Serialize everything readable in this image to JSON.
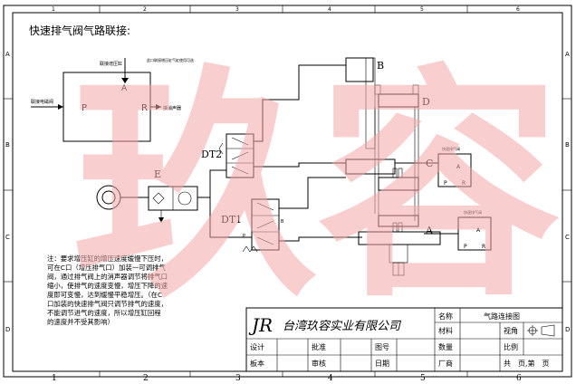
{
  "title": "快速排气阀气路联接:",
  "frame": {
    "cols": [
      "1",
      "2",
      "3",
      "4",
      "5",
      "6"
    ],
    "rows": [
      "A",
      "B",
      "C",
      "D"
    ]
  },
  "valve_box": {
    "labels": {
      "to_cylinder": "联接增压缸",
      "note_tr": "此口联接增压缸气缸使用可选",
      "a": "A",
      "p": "P",
      "r": "R",
      "to_solenoid": "联接电磁阀",
      "to_muffler": "接消声器"
    }
  },
  "components": {
    "b": "B",
    "d": "D",
    "c": "C",
    "a": "A",
    "e": "E",
    "dt1": "DT1",
    "dt2": "DT2",
    "small_valve_c": "快速排气阀",
    "small_valve_a": "快速排气阀",
    "port_a": "A",
    "port_b": "B",
    "port_p": "P",
    "port_r": "R"
  },
  "note": [
    "注：要求增压缸的增压速度缓慢下压时，",
    "可在C口（增压排气口）加装一可调排气",
    "阀，通过排气阀上的消声器调节将排气口",
    "缩小，使排气的速度变慢，增压下降的速",
    "度即可变慢，达到缓慢平稳增压。（在C",
    "口加装的快速排气阀只调节排气的速度，",
    "不能调节进气的速度，所以增压缸回程",
    "的速度并不受其影响）"
  ],
  "title_block": {
    "logo": "JR",
    "company": "台湾玖容实业有限公司",
    "name_label": "名称",
    "name_value": "气路连接图",
    "material_label": "材料",
    "view_label": "视角",
    "design_label": "设计",
    "approve_label": "批准",
    "drawing_no_label": "图号",
    "quantity_label": "数量",
    "scale_label": "比例",
    "board_label": "板本",
    "review_label": "审核",
    "date_label": "日期",
    "maker_label": "厂商",
    "pages_label": "共　页,第　页"
  },
  "watermark": "玖容"
}
